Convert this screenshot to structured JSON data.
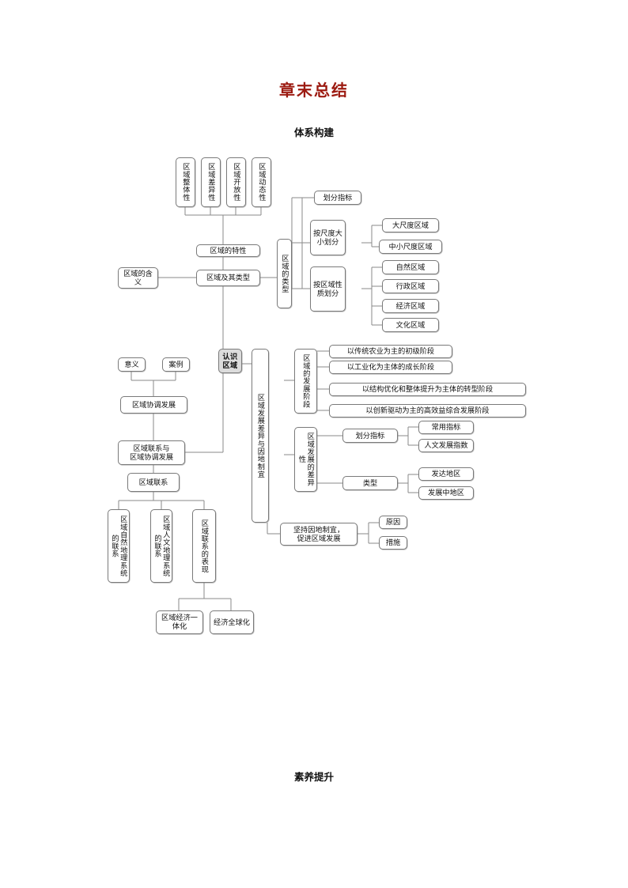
{
  "document": {
    "title": "章末总结",
    "title_color": "#9c1a10",
    "section_top": "体系构建",
    "section_bottom": "素养提升"
  },
  "diagram": {
    "type": "mind-map",
    "orientation": "left-to-right",
    "center": "认识区域",
    "nodes": {
      "center": "认识区域",
      "region_meaning": "区域的含义",
      "region_and_types": "区域及其类型",
      "region_traits": "区域的特性",
      "trait_integrity": "区域整体性",
      "trait_difference": "区域差异性",
      "trait_openness": "区域开放性",
      "trait_dynamic": "区域动态性",
      "region_type": "区域的类型",
      "type_index": "划分指标",
      "type_by_scale": "按尺度大小划分",
      "scale_large": "大尺度区域",
      "scale_medium_small": "中小尺度区域",
      "type_by_nature": "按区域性质划分",
      "nature_natural": "自然区域",
      "nature_admin": "行政区域",
      "nature_economic": "经济区域",
      "nature_cultural": "文化区域",
      "dev_diff_and_local": "区域发展差异与因地制宜",
      "dev_stage": "区域的发展阶段",
      "stage_1": "以传统农业为主的初级阶段",
      "stage_2": "以工业化为主体的成长阶段",
      "stage_3": "以结构优化和整体提升为主体的转型阶段",
      "stage_4": "以创新驱动为主的高效益综合发展阶段",
      "dev_difference": "区域发展的差异性",
      "diff_index": "划分指标",
      "index_common": "常用指标",
      "index_hdi": "人文发展指数",
      "diff_type": "类型",
      "type_developed": "发达地区",
      "type_developing": "发展中地区",
      "local_conditions": "坚持因地制宜，\n促进区域发展",
      "local_reason": "原因",
      "local_measure": "措施",
      "link_and_coord": "区域联系与\n区域协调发展",
      "coord_dev": "区域协调发展",
      "coord_meaning": "意义",
      "coord_case": "案例",
      "region_link": "区域联系",
      "link_natural_system": "区域自然地理系统的联系",
      "link_human_system": "区域人文地理系统的联系",
      "link_manifestation": "区域联系的表现",
      "manifest_integration": "区域经济一体化",
      "manifest_globalization": "经济全球化"
    }
  },
  "style": {
    "node_border": "#7a7a7a",
    "node_fill": "#ffffff",
    "node_fill_shaded": "#dcdcdc",
    "line_color": "#8a8a8a",
    "text_color": "#111111"
  }
}
